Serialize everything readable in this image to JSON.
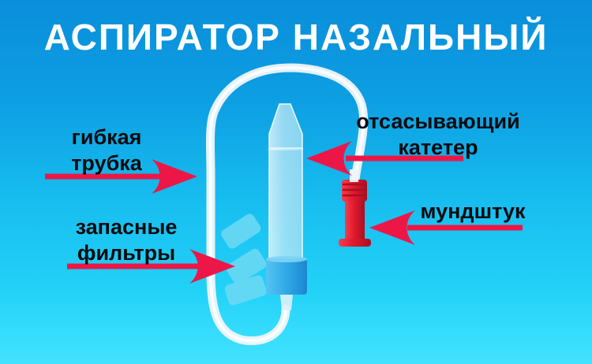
{
  "title": "АСПИРАТОР НАЗАЛЬНЫЙ",
  "annotations": [
    {
      "id": "flexible-tube",
      "lines": [
        "гибкая",
        "трубка"
      ],
      "arrow_direction": "right"
    },
    {
      "id": "spare-filters",
      "lines": [
        "запасные",
        "фильтры"
      ],
      "arrow_direction": "right"
    },
    {
      "id": "suction-catheter",
      "lines": [
        "отсасывающий",
        "катетер"
      ],
      "arrow_direction": "left"
    },
    {
      "id": "mouthpiece",
      "lines": [
        "мундштук"
      ],
      "arrow_direction": "left"
    }
  ],
  "colors": {
    "background_top": "#0a8edb",
    "background_mid": "#17bdef",
    "background_bottom": "#43e3ff",
    "arrow": "#ed1747",
    "title_text": "#ffffff",
    "label_text": "#0b0b0d",
    "tube": "#eef6fa",
    "catheter_body": "#c2eaf7",
    "catheter_collar": "#2fa9e6",
    "mouthpiece_red": "#e2192e",
    "filter": "#6cd9f4"
  }
}
